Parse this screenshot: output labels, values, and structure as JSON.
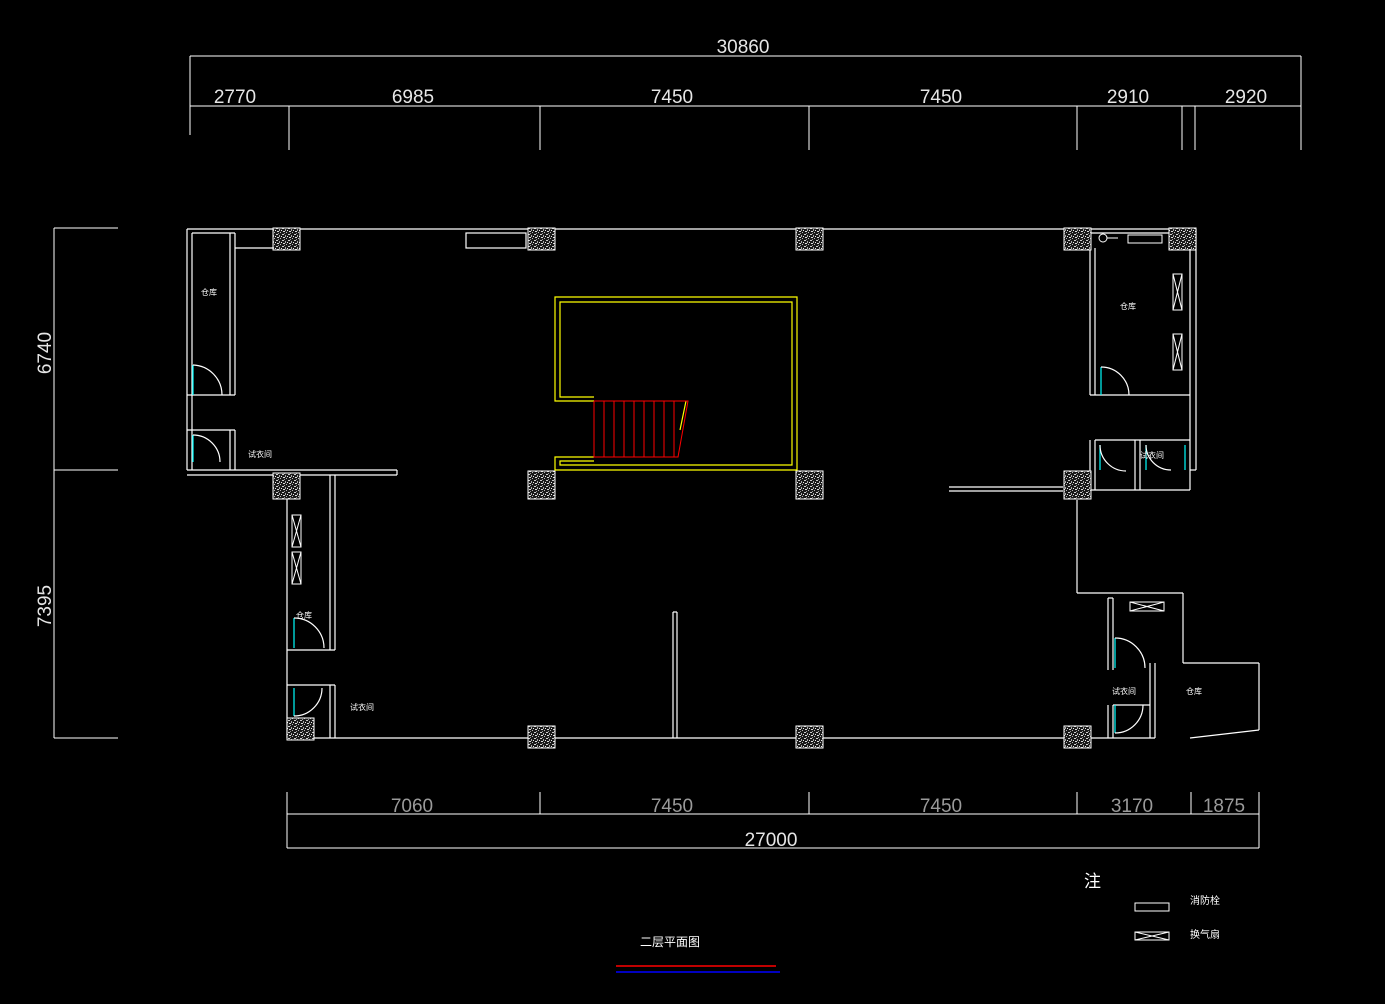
{
  "drawing": {
    "title": "二层平面图",
    "colors": {
      "wall": "#ffffff",
      "stair_opening": "#ffff00",
      "stair": "#ff0000",
      "door": "#00ffff",
      "background": "#000000",
      "underline_red": "#ff0000",
      "underline_blue": "#0000ff"
    }
  },
  "dimensions": {
    "top_overall": "30860",
    "top_segments": [
      "2770",
      "6985",
      "7450",
      "7450",
      "2910",
      "2920"
    ],
    "bottom_segments": [
      "7060",
      "7450",
      "7450",
      "3170",
      "1875"
    ],
    "bottom_overall": "27000",
    "left_segments": [
      "6740",
      "7395"
    ]
  },
  "rooms": {
    "storage_nw": "仓库",
    "fitting_nw": "试衣间",
    "storage_ne": "仓库",
    "fitting_ne": "试衣间",
    "storage_w": "仓库",
    "fitting_sw": "试衣间",
    "fitting_se": "试衣间",
    "storage_se": "仓库"
  },
  "legend": {
    "note_label": "注",
    "items": [
      {
        "label": "消防栓",
        "icon": "fire-hydrant-icon"
      },
      {
        "label": "换气扇",
        "icon": "exhaust-fan-icon"
      }
    ]
  }
}
